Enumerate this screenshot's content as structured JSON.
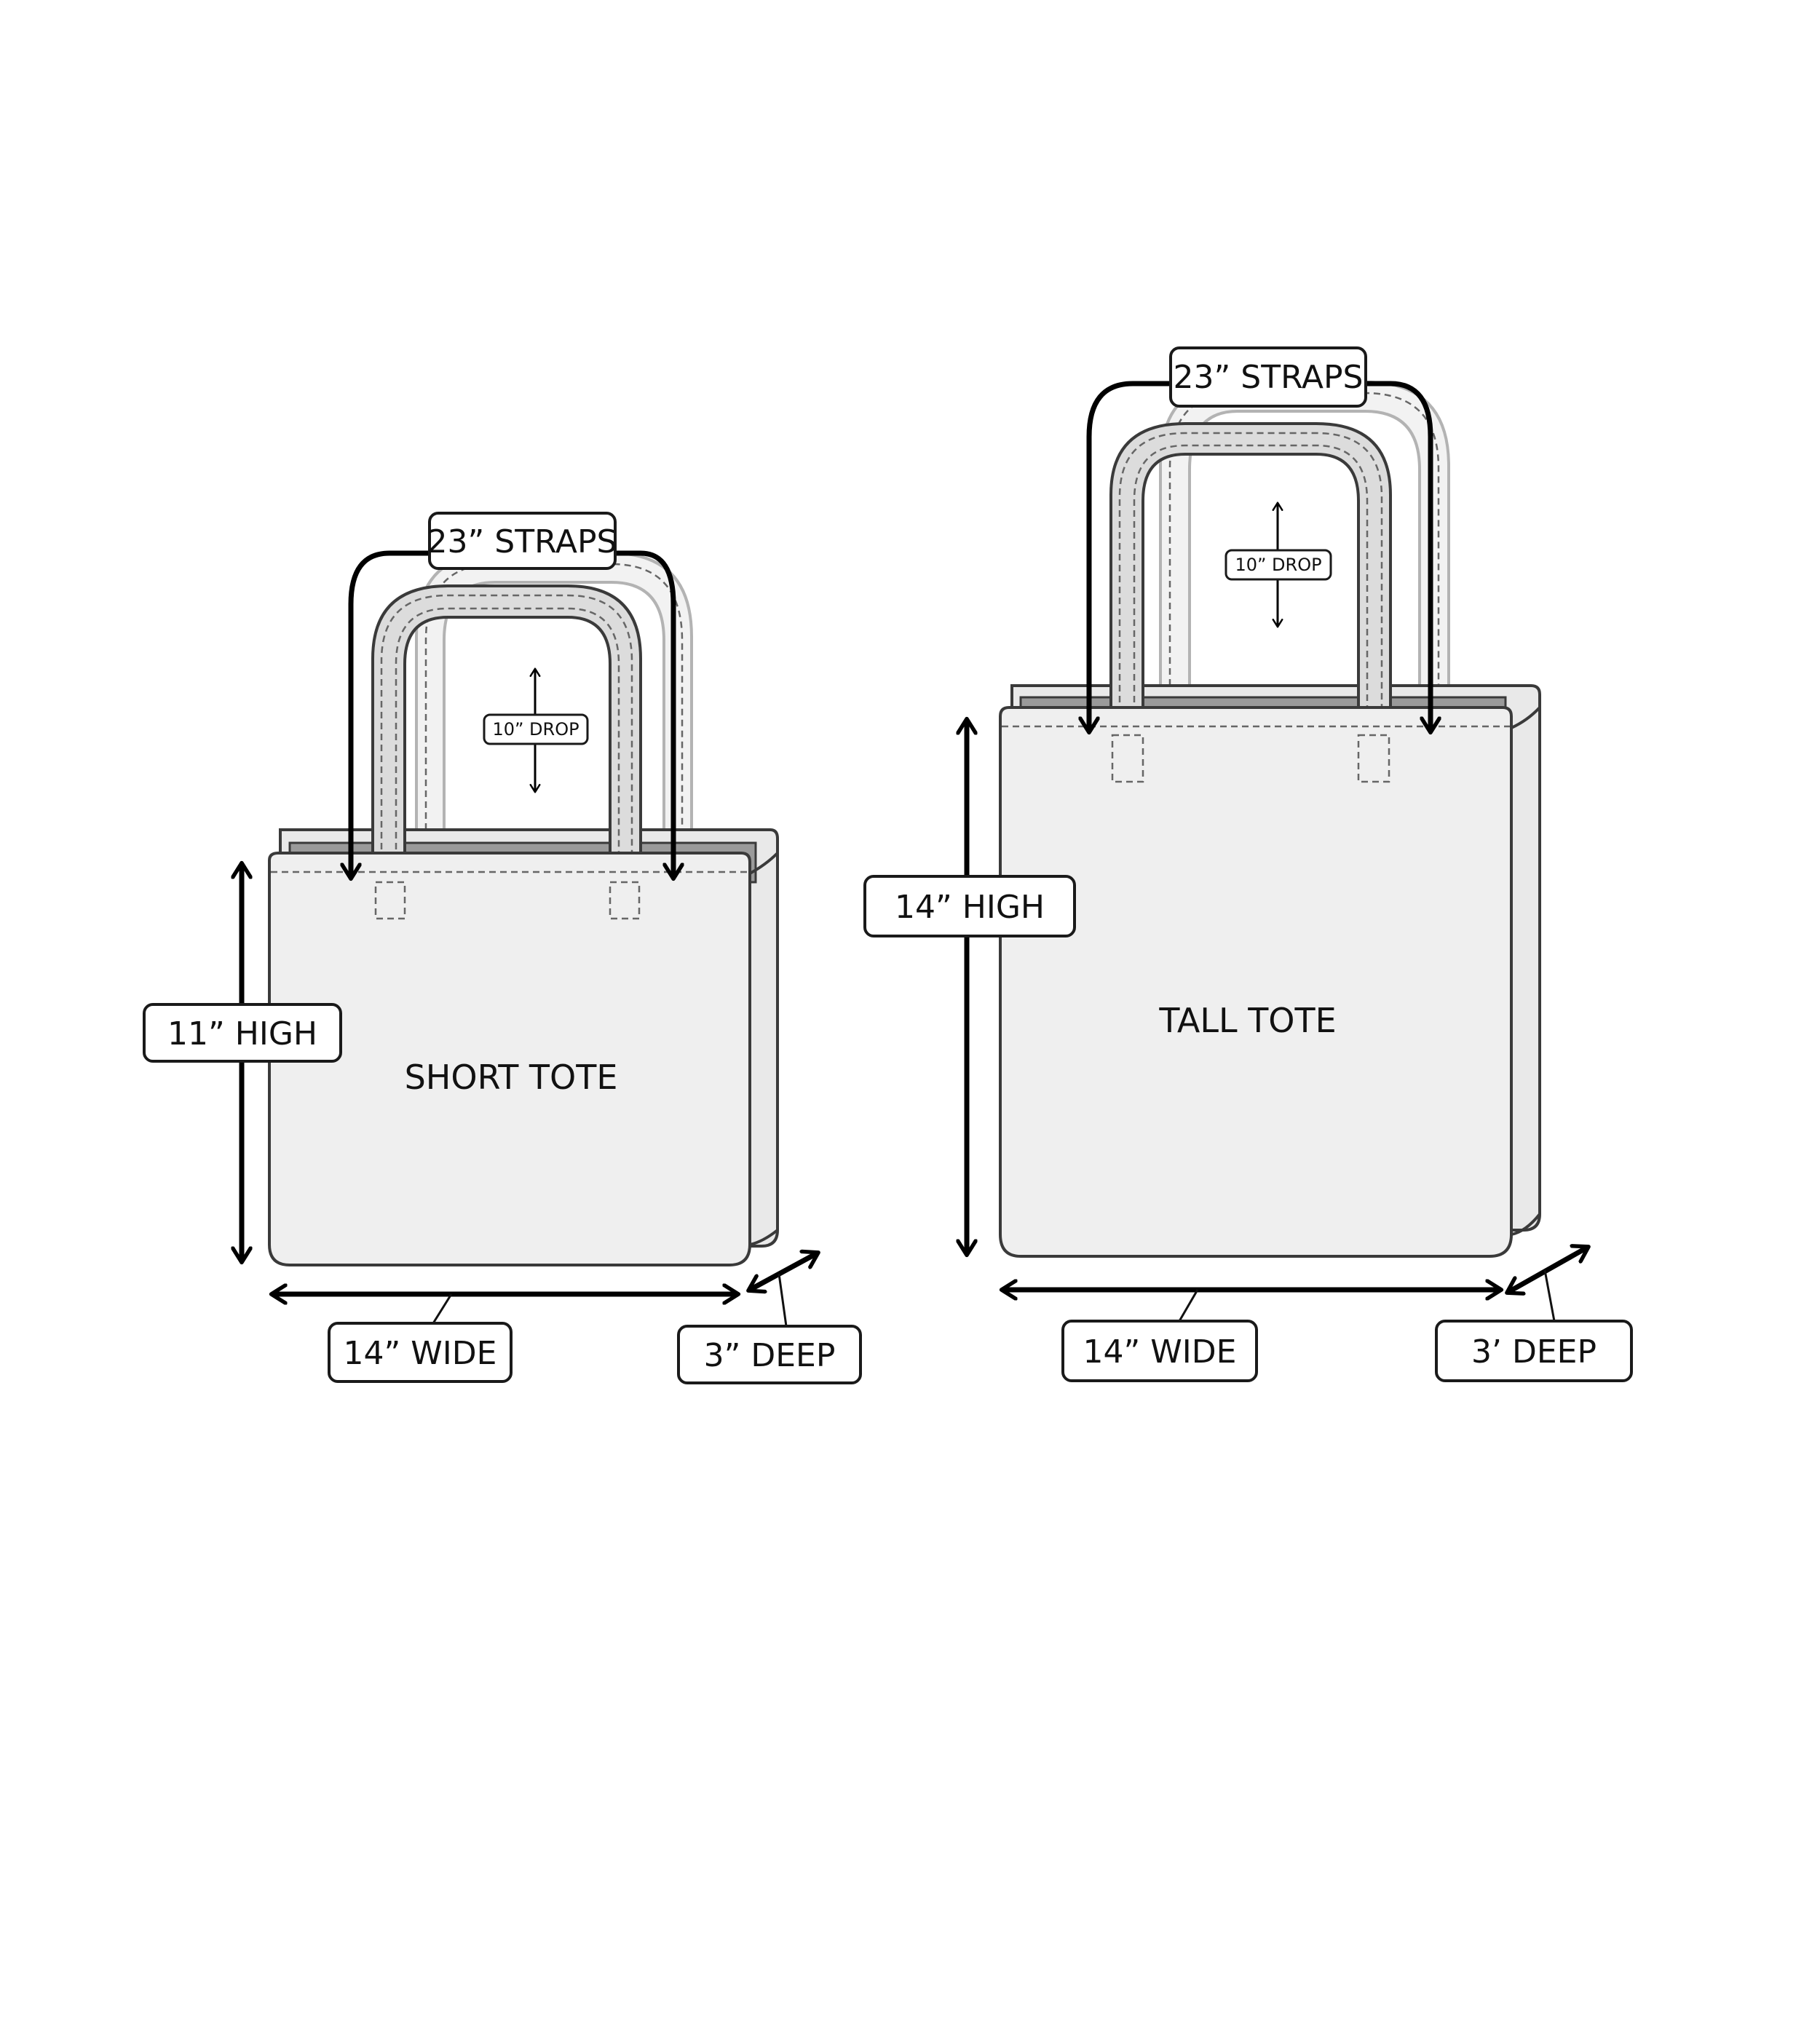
{
  "colors": {
    "bag_front": "#efefef",
    "bag_back": "#e9e9e9",
    "bag_interior": "#9a9a9a",
    "strap_front": "#dcdcdc",
    "strap_back": "#f2f2f2",
    "strap_back_outline": "#b3b3b3",
    "outline": "#3a3a3a",
    "arrow": "#000000"
  },
  "short_tote": {
    "name": "SHORT TOTE",
    "straps": "23” STRAPS",
    "drop": "10” DROP",
    "height": "11” HIGH",
    "width": "14” WIDE",
    "depth": "3” DEEP"
  },
  "tall_tote": {
    "name": "TALL TOTE",
    "straps": "23” STRAPS",
    "drop": "10” DROP",
    "height": "14” HIGH",
    "width": "14” WIDE",
    "depth": "3’ DEEP"
  }
}
